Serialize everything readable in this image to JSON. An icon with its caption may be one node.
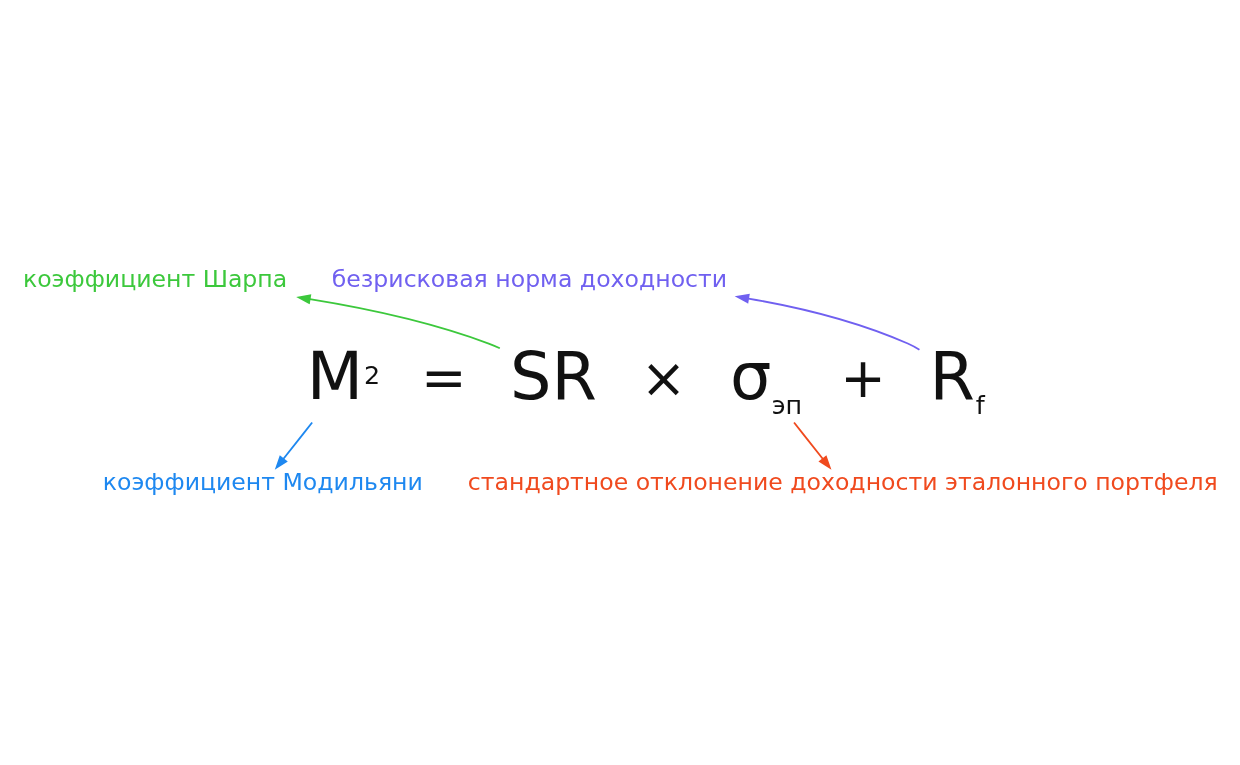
{
  "diagram": {
    "nodes": [
      {
        "text": [
          "коэффициент Шарпа"
        ]
      },
      {
        "text": [
          "безрисковая норма доходности"
        ]
      },
      {
        "text": [
          "M$^{2}$"
        ]
      },
      {
        "text": [
          "SR"
        ]
      },
      {
        "text": [
          "σ$_{эп}$"
        ]
      },
      {
        "text": [
          "R$_{f}$"
        ]
      },
      {
        "text": [
          "коэффициент Модильяни"
        ]
      },
      {
        "text": [
          "стандартное отклонение доходности эталонного портфеля"
        ]
      }
    ],
    "edges": [
      {
        "from": 2,
        "to": 6,
        "arrow": "to",
        "color": "#1e88f0"
      },
      {
        "from": 3,
        "to": 0,
        "arrow": "to",
        "color": "#3cc83c"
      },
      {
        "from": 4,
        "to": 7,
        "arrow": "to",
        "color": "#f04a1e"
      },
      {
        "from": 5,
        "to": 1,
        "arrow": "to",
        "color": "#7060f0"
      }
    ],
    "labels": [
      "=",
      "×",
      "+"
    ]
  }
}
